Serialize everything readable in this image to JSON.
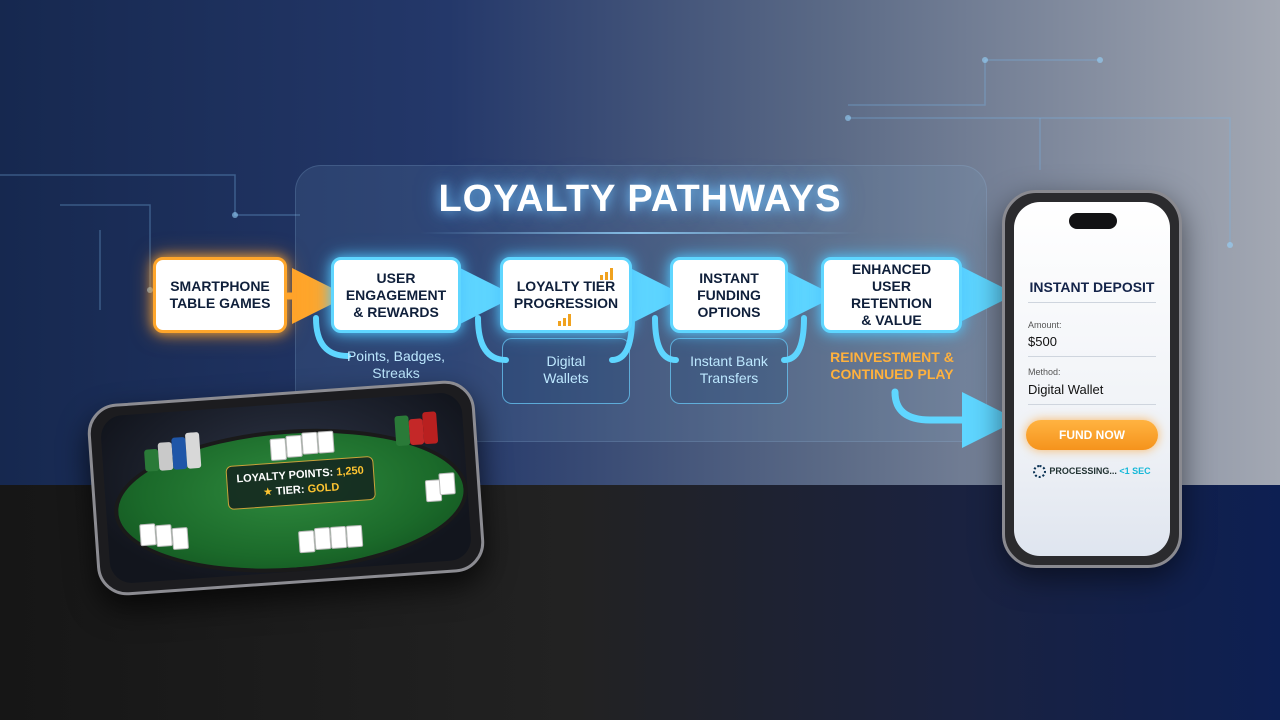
{
  "diagram": {
    "title": "LOYALTY PATHWAYS",
    "steps": [
      {
        "label": "SMARTPHONE\nTABLE GAMES"
      },
      {
        "label": "USER\nENGAGEMENT\n& REWARDS"
      },
      {
        "label": "LOYALTY TIER\nPROGRESSION"
      },
      {
        "label": "INSTANT\nFUNDING\nOPTIONS"
      },
      {
        "label": "ENHANCED\nUSER RETENTION\n& VALUE"
      }
    ],
    "sub_labels": [
      {
        "text": "Points, Badges,\nStreaks"
      },
      {
        "text": "Digital\nWallets"
      },
      {
        "text": "Instant Bank\nTransfers"
      },
      {
        "text": "REINVESTMENT &\nCONTINUED PLAY"
      }
    ]
  },
  "deposit_phone": {
    "title": "INSTANT DEPOSIT",
    "amount_label": "Amount:",
    "amount_value": "$500",
    "method_label": "Method:",
    "method_value": "Digital Wallet",
    "button_label": "FUND NOW",
    "status": "PROCESSING...",
    "status_speed": "<1 SEC"
  },
  "game_phone": {
    "points_label": "LOYALTY POINTS:",
    "points_value": "1,250",
    "tier_label": "TIER:",
    "tier_value": "GOLD"
  },
  "colors": {
    "accent_blue": "#5fd6ff",
    "accent_orange": "#ffa62b",
    "title_glow": "#78c8ff"
  },
  "icons": [
    "bar-chart-icon",
    "star-icon",
    "spinner-icon"
  ]
}
